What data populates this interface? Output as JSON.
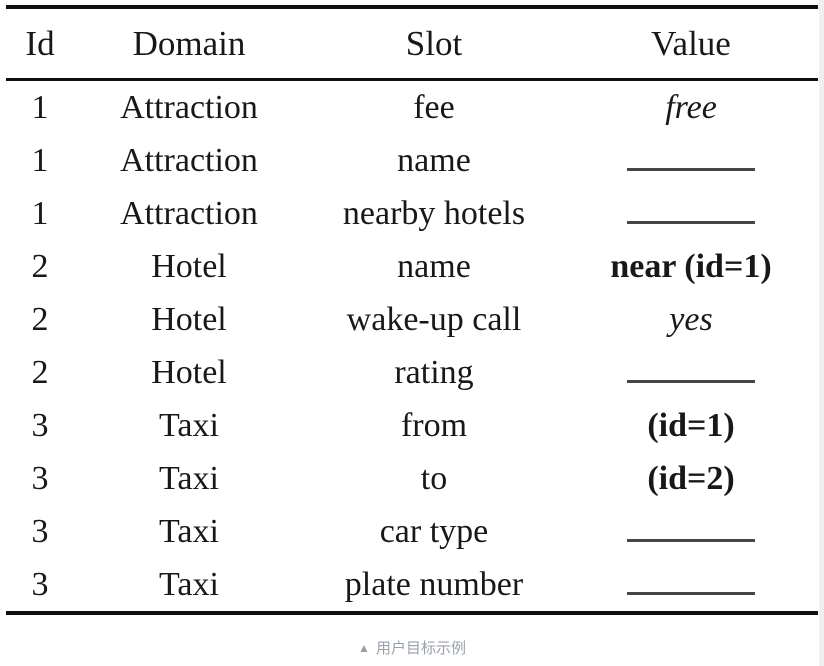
{
  "table": {
    "headers": [
      "Id",
      "Domain",
      "Slot",
      "Value"
    ],
    "rows": [
      {
        "id": "1",
        "domain": "Attraction",
        "slot": "fee",
        "value": "free",
        "value_style": "italic"
      },
      {
        "id": "1",
        "domain": "Attraction",
        "slot": "name",
        "value": "",
        "value_style": "blank"
      },
      {
        "id": "1",
        "domain": "Attraction",
        "slot": "nearby hotels",
        "value": "",
        "value_style": "blank"
      },
      {
        "id": "2",
        "domain": "Hotel",
        "slot": "name",
        "value": "near (id=1)",
        "value_style": "bold"
      },
      {
        "id": "2",
        "domain": "Hotel",
        "slot": "wake-up call",
        "value": "yes",
        "value_style": "italic"
      },
      {
        "id": "2",
        "domain": "Hotel",
        "slot": "rating",
        "value": "",
        "value_style": "blank"
      },
      {
        "id": "3",
        "domain": "Taxi",
        "slot": "from",
        "value": "(id=1)",
        "value_style": "bold"
      },
      {
        "id": "3",
        "domain": "Taxi",
        "slot": "to",
        "value": "(id=2)",
        "value_style": "bold"
      },
      {
        "id": "3",
        "domain": "Taxi",
        "slot": "car type",
        "value": "",
        "value_style": "blank"
      },
      {
        "id": "3",
        "domain": "Taxi",
        "slot": "plate number",
        "value": "",
        "value_style": "blank"
      }
    ]
  },
  "caption": {
    "marker": "▲",
    "text": "用户目标示例"
  },
  "colors": {
    "text": "#181818",
    "rule": "#101010",
    "blank_line": "#454545",
    "caption": "#9aa0a8",
    "background": "#ffffff"
  }
}
